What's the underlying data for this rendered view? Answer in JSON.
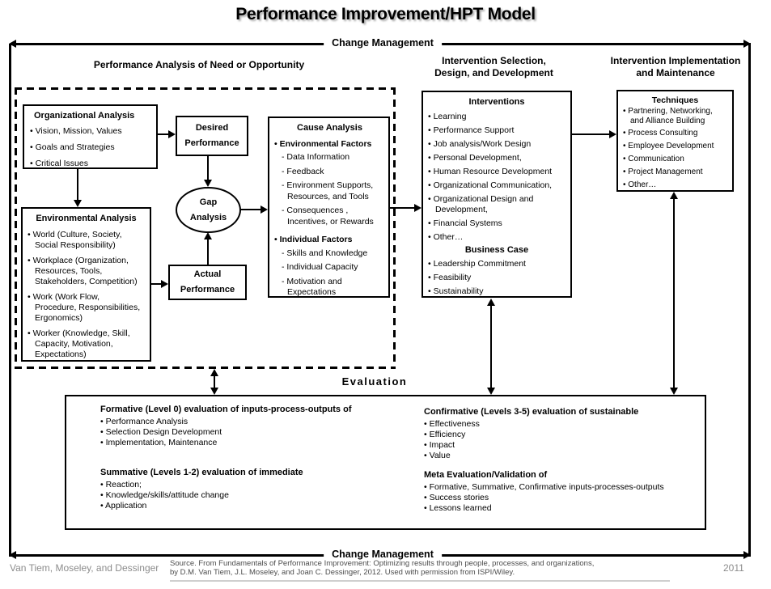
{
  "title": "Performance Improvement/HPT Model",
  "change_management": {
    "top": "Change Management",
    "bottom": "Change Management"
  },
  "headers": {
    "performance_analysis": "Performance Analysis of Need or Opportunity",
    "intervention_selection": "Intervention Selection,\nDesign, and Development",
    "intervention_implementation": "Intervention Implementation\nand Maintenance"
  },
  "boxes": {
    "organizational_analysis": {
      "title": "Organizational Analysis",
      "items": [
        "Vision, Mission, Values",
        "Goals and Strategies",
        "Critical Issues"
      ]
    },
    "environmental_analysis": {
      "title": "Environmental Analysis",
      "items": [
        "World (Culture, Society,\nSocial Responsibility)",
        "Workplace (Organization,\nResources, Tools,\nStakeholders, Competition)",
        "Work (Work Flow,\nProcedure, Responsibilities,\nErgonomics)",
        "Worker (Knowledge, Skill,\nCapacity, Motivation,\nExpectations)"
      ]
    },
    "desired_performance": {
      "label": "Desired\nPerformance"
    },
    "gap_analysis": {
      "label": "Gap\nAnalysis"
    },
    "actual_performance": {
      "label": "Actual\nPerformance"
    },
    "cause_analysis": {
      "title": "Cause Analysis",
      "groups": [
        {
          "header": "Environmental Factors",
          "items": [
            "Data Information",
            "Feedback",
            "Environment Supports,\nResources, and Tools",
            "Consequences ,\nIncentives, or Rewards"
          ]
        },
        {
          "header": "Individual Factors",
          "items": [
            "Skills and Knowledge",
            "Individual Capacity",
            "Motivation and\nExpectations"
          ]
        }
      ]
    },
    "interventions": {
      "title": "Interventions",
      "items": [
        "Learning",
        "Performance Support",
        "Job analysis/Work Design",
        "Personal Development,",
        "Human Resource Development",
        "Organizational Communication,",
        "Organizational Design and\nDevelopment,",
        "Financial Systems",
        "Other…"
      ],
      "business_case": {
        "title": "Business Case",
        "items": [
          "Leadership Commitment",
          "Feasibility",
          "Sustainability"
        ]
      }
    },
    "techniques": {
      "title": "Techniques",
      "items": [
        "Partnering, Networking,\nand Alliance Building",
        "Process Consulting",
        "Employee Development",
        "Communication",
        "Project Management",
        "Other…"
      ]
    }
  },
  "evaluation": {
    "label": "Evaluation",
    "formative": {
      "heading": "Formative (Level 0) evaluation of inputs-process-outputs of",
      "items": [
        "Performance Analysis",
        "Selection Design Development",
        "Implementation, Maintenance"
      ]
    },
    "summative": {
      "heading": "Summative (Levels 1-2) evaluation of immediate",
      "items": [
        "Reaction;",
        "Knowledge/skills/attitude change",
        "Application"
      ]
    },
    "confirmative": {
      "heading": "Confirmative (Levels 3-5) evaluation of sustainable",
      "items": [
        "Effectiveness",
        "Efficiency",
        "Impact",
        "Value"
      ]
    },
    "meta": {
      "heading": "Meta Evaluation/Validation of",
      "items": [
        "Formative, Summative, Confirmative inputs-processes-outputs",
        "Success stories",
        "Lessons learned"
      ]
    }
  },
  "footer": {
    "authors": "Van Tiem, Moseley, and Dessinger",
    "source": "Source. From Fundamentals of Performance Improvement: Optimizing results through people, processes, and organizations,\nby D.M. Van Tiem, J.L. Moseley, and Joan C. Dessinger, 2012. Used with permission from ISPI/Wiley.",
    "year": "2011"
  },
  "colors": {
    "line": "#000000",
    "muted_text": "#8c8c8c",
    "source_text": "#4d4d4d"
  }
}
